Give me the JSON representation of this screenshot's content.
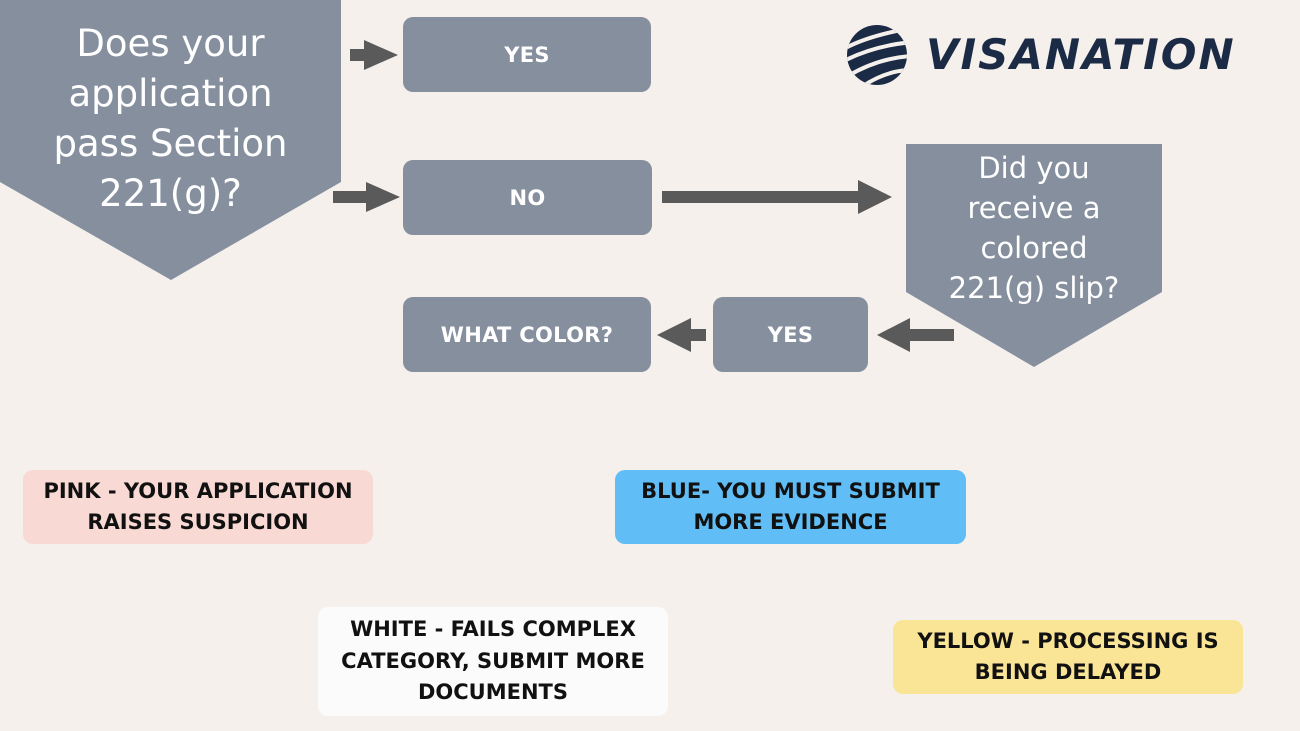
{
  "colors": {
    "background": "#f5f0ec",
    "shape_gray": "#858f9e",
    "arrow": "#5a5a5a",
    "logo": "#1c2b45",
    "pink": "#f9d9d4",
    "blue": "#60bdf5",
    "white": "#fbfbfb",
    "yellow": "#fae597"
  },
  "logo": {
    "name": "VISANATION",
    "icon": "striped-globe-icon"
  },
  "flow": {
    "main_question": "Does your\napplication\npass Section\n221(g)?",
    "yes_label": "YES",
    "no_label": "NO",
    "slip_question": "Did you\nreceive a\ncolored\n221(g) slip?",
    "slip_yes_label": "YES",
    "what_color_label": "WHAT COLOR?"
  },
  "colors_legend": {
    "pink": "PINK - YOUR APPLICATION\nRAISES SUSPICION",
    "blue": "BLUE- YOU MUST SUBMIT\nMORE EVIDENCE",
    "white": "WHITE - FAILS COMPLEX\nCATEGORY, SUBMIT MORE\nDOCUMENTS",
    "yellow": "YELLOW - PROCESSING IS\nBEING DELAYED"
  }
}
